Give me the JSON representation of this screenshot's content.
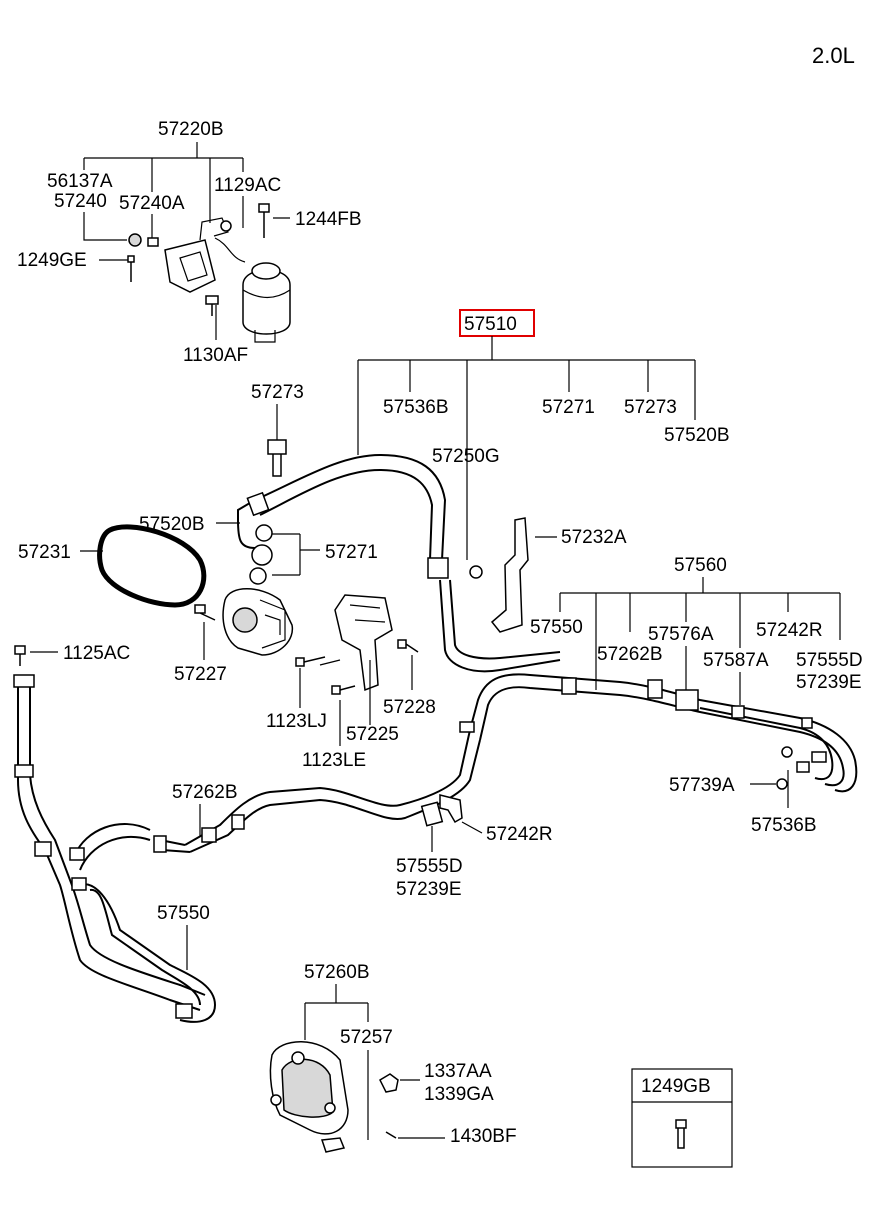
{
  "engine_label": "2.0L",
  "highlight_color": "#e00000",
  "labels": {
    "p57220B": "57220B",
    "p56137A": "56137A",
    "p57240": "57240",
    "p57240A": "57240A",
    "p1129AC": "1129AC",
    "p1244FB": "1244FB",
    "p1249GE": "1249GE",
    "p1130AF": "1130AF",
    "p57510": "57510",
    "p57536B_top": "57536B",
    "p57271_top": "57271",
    "p57273_top": "57273",
    "p57520B_top": "57520B",
    "p57273_left": "57273",
    "p57250G": "57250G",
    "p57520B_left": "57520B",
    "p57231": "57231",
    "p57271_left": "57271",
    "p57232A": "57232A",
    "p57560": "57560",
    "p57550_top": "57550",
    "p57576A": "57576A",
    "p57242R_top": "57242R",
    "p57262B_top": "57262B",
    "p57587A": "57587A",
    "p57555D_top": "57555D",
    "p57239E_top": "57239E",
    "p1125AC": "1125AC",
    "p57227": "57227",
    "p1123LJ": "1123LJ",
    "p57225": "57225",
    "p57228": "57228",
    "p1123LE": "1123LE",
    "p57739A": "57739A",
    "p57536B_right": "57536B",
    "p57262B_mid": "57262B",
    "p57242R_mid": "57242R",
    "p57555D_mid": "57555D",
    "p57239E_mid": "57239E",
    "p57550_bot": "57550",
    "p57260B": "57260B",
    "p57257": "57257",
    "p1337AA": "1337AA",
    "p1339GA": "1339GA",
    "p1430BF": "1430BF",
    "p1249GB": "1249GB"
  }
}
